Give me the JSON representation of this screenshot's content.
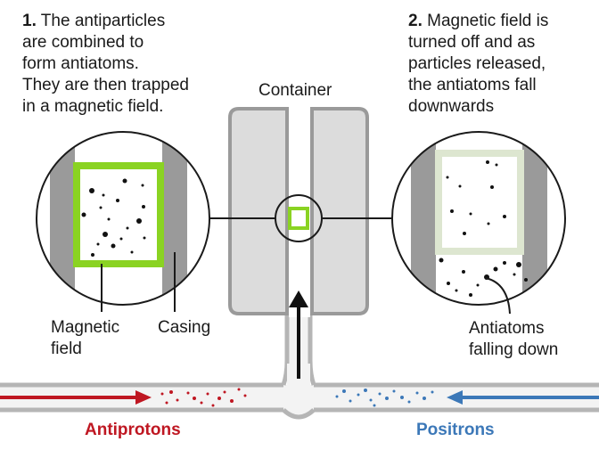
{
  "step1": {
    "number": "1.",
    "lines": [
      "The antiparticles",
      "are combined to",
      "form antiatoms.",
      "They are then trapped",
      "in a magnetic field."
    ]
  },
  "step2": {
    "number": "2.",
    "lines": [
      "Magnetic field is",
      "turned off and as",
      "particles released,",
      "the antiatoms fall",
      "downwards"
    ]
  },
  "labels": {
    "container": "Container",
    "magnetic_field": [
      "Magnetic",
      "field"
    ],
    "casing": "Casing",
    "antiatoms_falling": [
      "Antiatoms",
      "falling down"
    ],
    "antiprotons": "Antiprotons",
    "positrons": "Positrons"
  },
  "colors": {
    "antiproton": "#bf1722",
    "positron": "#3c78b8",
    "magnetic_field_on": "#8ad322",
    "magnetic_field_off": "#dde6d0",
    "casing": "#9a9a9a",
    "container_fill": "#dcdcdc",
    "container_stroke": "#9a9a9a"
  }
}
